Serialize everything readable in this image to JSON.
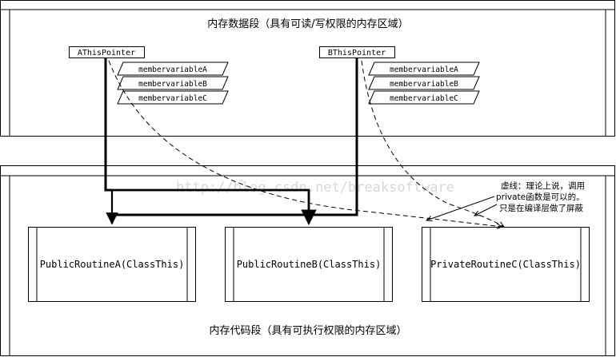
{
  "data_segment": {
    "title": "内存数据段（具有可读/写权限的内存区域）"
  },
  "code_segment": {
    "title": "内存代码段（具有可执行权限的内存区域）"
  },
  "pointers": [
    {
      "label": "AThisPointer",
      "members": [
        "membervariableA",
        "membervariableB",
        "membervariableC"
      ]
    },
    {
      "label": "BThisPointer",
      "members": [
        "membervariableA",
        "membervariableB",
        "membervariableC"
      ]
    }
  ],
  "routines": [
    {
      "label": "PublicRoutineA(ClassThis)"
    },
    {
      "label": "PublicRoutineB(ClassThis)"
    },
    {
      "label": "PrivateRoutineC(ClassThis)"
    }
  ],
  "annotation": {
    "lines": [
      "虚线：理论上说，调用",
      "private函数是可以的。",
      "只是在编译层做了屏蔽"
    ]
  },
  "watermark": "http://blog.csdn.net/breaksoftware"
}
